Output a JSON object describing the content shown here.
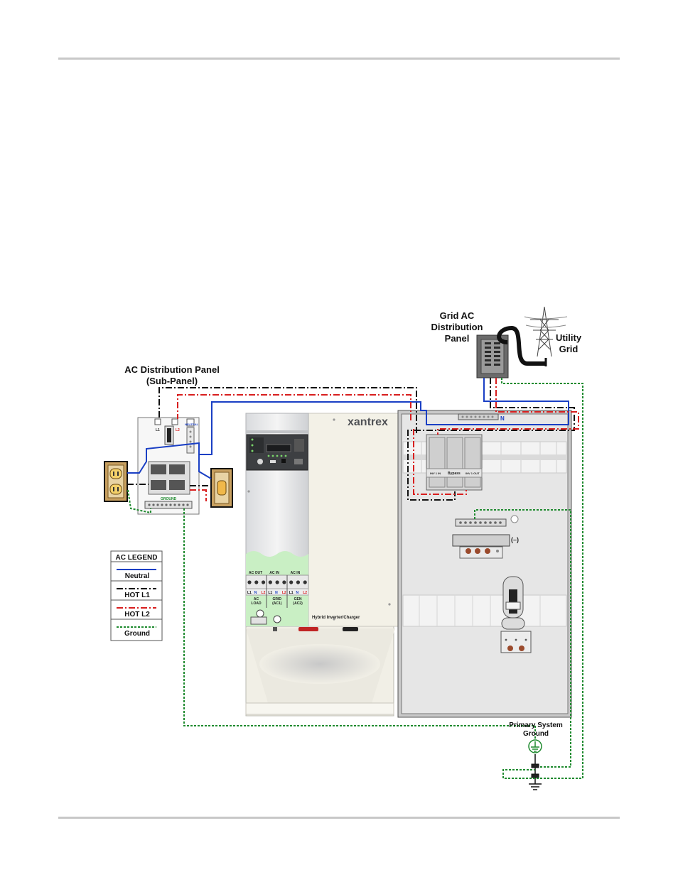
{
  "labels": {
    "grid_panel": [
      "Grid AC",
      "Distribution",
      "Panel"
    ],
    "utility_grid": [
      "Utility",
      "Grid"
    ],
    "sub_panel": [
      "AC Distribution Panel",
      "(Sub-Panel)"
    ],
    "brand": "xantrex",
    "neutral_tag": "N",
    "minus_tag": "(–)",
    "ground_ref": [
      "Primary System",
      "Ground"
    ],
    "inverter_caption": "Hybrid Inverter/Charger",
    "sub_l1": "L1",
    "sub_l2": "L2",
    "sub_neutral": "NEUTRAL",
    "sub_ground": "GROUND",
    "bypass": [
      "INV 1 IN",
      "Bypass",
      "INV 1 OUT"
    ]
  },
  "terminals": {
    "headers": [
      "AC OUT",
      "AC IN",
      "AC IN"
    ],
    "pins": [
      "L1",
      "N",
      "L2",
      "L1",
      "N",
      "L2",
      "L1",
      "N",
      "L2"
    ],
    "names": [
      "AC\nLOAD",
      "GRID\n(AC1)",
      "GEN\n(AC2)"
    ]
  },
  "legend": {
    "title": "AC LEGEND",
    "items": [
      {
        "label": "Neutral",
        "color": "#1a3fc4",
        "dash": ""
      },
      {
        "label": "HOT L1",
        "color": "#111111",
        "dash": "9,3,2,3"
      },
      {
        "label": "HOT L2",
        "color": "#d81e1e",
        "dash": "9,3,2,3"
      },
      {
        "label": "Ground",
        "color": "#1e8a2e",
        "dash": "3,2"
      }
    ]
  },
  "colors": {
    "neutral": "#1a3fc4",
    "hot_l1": "#111111",
    "hot_l2": "#d81e1e",
    "ground": "#1e8a2e",
    "inverter_green": "#c9efc4"
  }
}
